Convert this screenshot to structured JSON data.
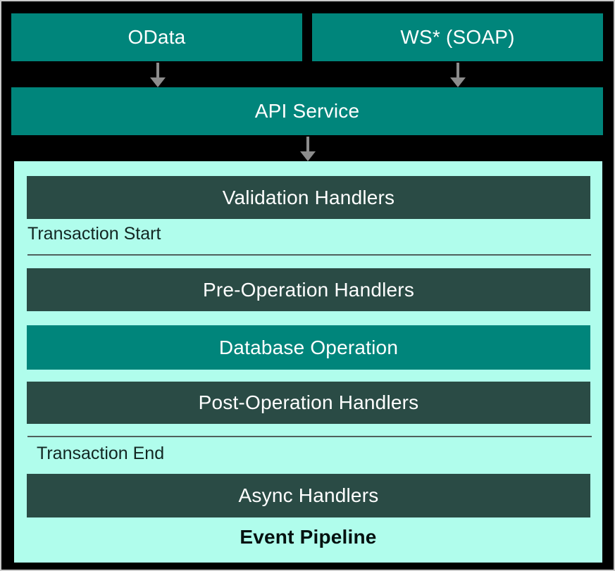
{
  "diagram": {
    "name": "Event Pipeline architecture diagram",
    "colors": {
      "teal": "#00857B",
      "dark_slate": "#2A4B45",
      "mint": "#B0FDEC",
      "arrow_gray": "#8C8C8C",
      "background": "#000000",
      "frame_border": "#C9C9C9",
      "box_text": "#FFFFFF",
      "transaction_text": "#122622"
    },
    "endpoints": [
      {
        "label": "OData"
      },
      {
        "label": "WS* (SOAP)"
      }
    ],
    "api_service": {
      "label": "API Service"
    },
    "pipeline": {
      "label": "Event Pipeline",
      "transaction_start_label": "Transaction Start",
      "transaction_end_label": "Transaction End",
      "stages": [
        {
          "label": "Validation Handlers",
          "style": "dark"
        },
        {
          "label": "Pre-Operation Handlers",
          "style": "dark"
        },
        {
          "label": "Database Operation",
          "style": "teal"
        },
        {
          "label": "Post-Operation Handlers",
          "style": "dark"
        },
        {
          "label": "Async Handlers",
          "style": "dark"
        }
      ]
    },
    "icons": [
      {
        "name": "down-arrow-icon",
        "count": 3
      }
    ]
  }
}
